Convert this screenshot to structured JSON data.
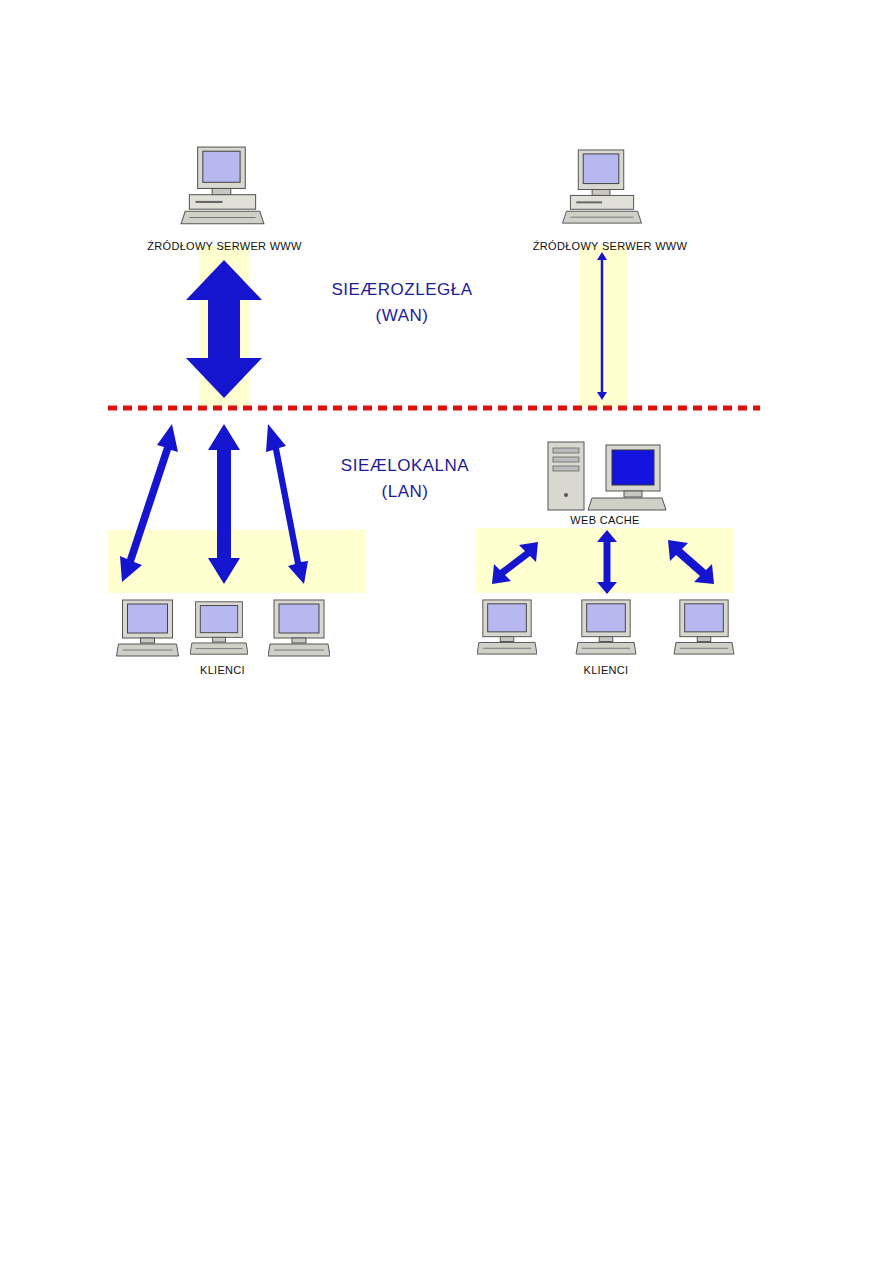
{
  "diagram": {
    "nodes": [
      {
        "text": [
          "ŹRÓDŁOWY SERWER WWW"
        ]
      },
      {
        "text": [
          "ŹRÓDŁOWY SERWER WWW"
        ]
      },
      {
        "text": [
          "WEB CACHE"
        ]
      },
      {
        "text": [
          "KLIENCI"
        ]
      },
      {
        "text": [
          "KLIENCI"
        ]
      }
    ],
    "edges": [
      {
        "from": 1,
        "to": 2,
        "arrow": "both"
      },
      {
        "from": 2,
        "to": 4,
        "arrow": "both"
      }
    ],
    "labels": [
      "SIEÆROZLEGŁA",
      "(WAN)",
      "SIEÆLOKALNA",
      "(LAN)"
    ]
  }
}
